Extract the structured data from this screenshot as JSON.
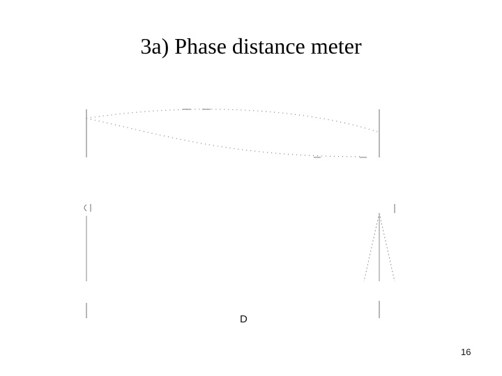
{
  "slide": {
    "title": "3a) Phase distance meter",
    "page_number": "16"
  },
  "diagram": {
    "distance_label": "D"
  },
  "colors": {
    "background": "#ffffff",
    "text": "#000000",
    "lines": "#6e6e6e",
    "faint_lines": "#9a9a9a"
  }
}
